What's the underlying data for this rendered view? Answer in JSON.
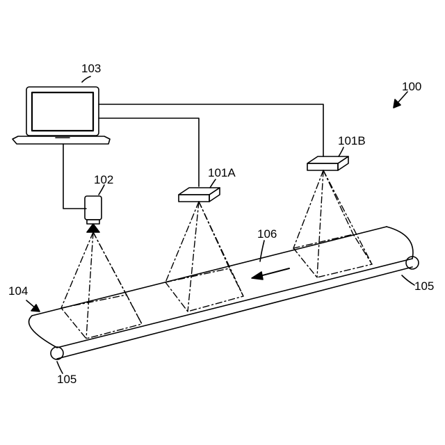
{
  "figure": {
    "labels": {
      "system": "100",
      "sensor_a": "101A",
      "sensor_b": "101B",
      "camera": "102",
      "computer": "103",
      "conveyor_belt": "104",
      "roller_right": "105",
      "roller_left": "105",
      "travel_direction": "106"
    }
  }
}
